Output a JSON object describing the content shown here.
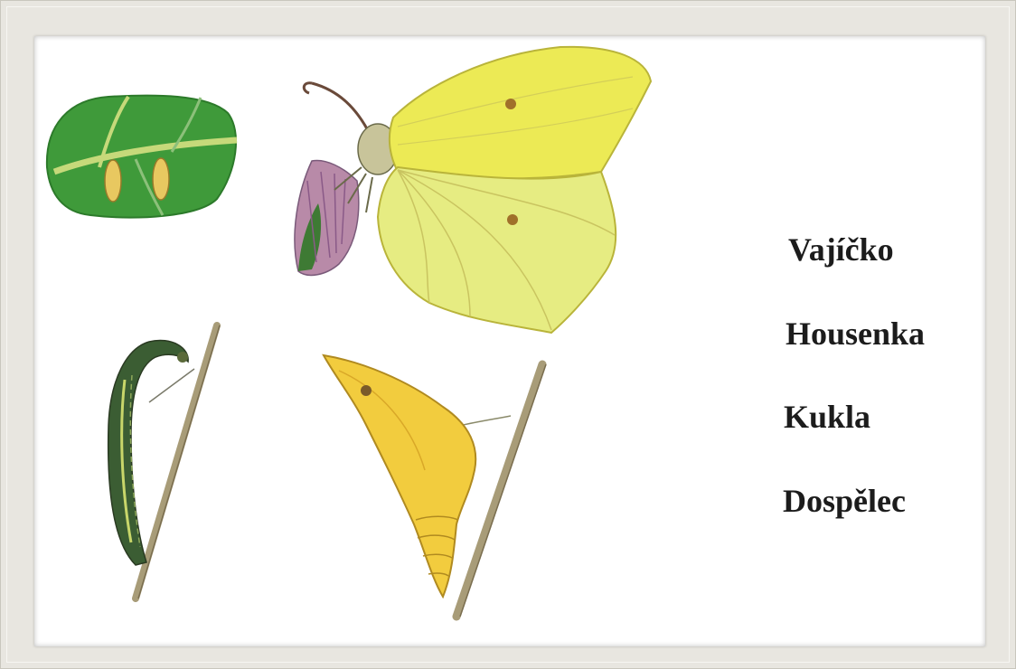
{
  "labels": {
    "egg": "Vajíčko",
    "caterpillar": "Housenka",
    "pupa": "Kukla",
    "adult": "Dospělec"
  },
  "colors": {
    "frame": "#e8e6e0",
    "card": "#ffffff",
    "leaf": "#3f9a3a",
    "butterfly": "#ecea55",
    "pupa": "#f2cc3e",
    "caterpillar": "#3b5d33",
    "twig": "#a89c78",
    "text": "#1c1c1c"
  }
}
